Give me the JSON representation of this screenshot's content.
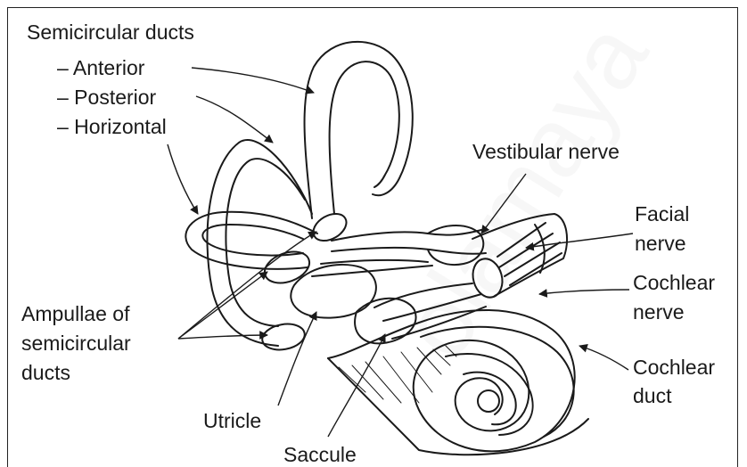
{
  "labels": {
    "semicircular_ducts": "Semicircular ducts",
    "anterior": "– Anterior",
    "posterior": "– Posterior",
    "horizontal": "– Horizontal",
    "vestibular_nerve": "Vestibular nerve",
    "facial_1": "Facial",
    "facial_2": "nerve",
    "cochlear_nerve_1": "Cochlear",
    "cochlear_nerve_2": "nerve",
    "cochlear_duct_1": "Cochlear",
    "cochlear_duct_2": "duct",
    "ampullae_1": "Ampullae of",
    "ampullae_2": "semicircular",
    "ampullae_3": "ducts",
    "utricle": "Utricle",
    "saccule": "Saccule"
  },
  "watermark": "olamaya",
  "colors": {
    "line": "#1a1a1a",
    "text": "#1a1a1a",
    "background": "#ffffff"
  }
}
